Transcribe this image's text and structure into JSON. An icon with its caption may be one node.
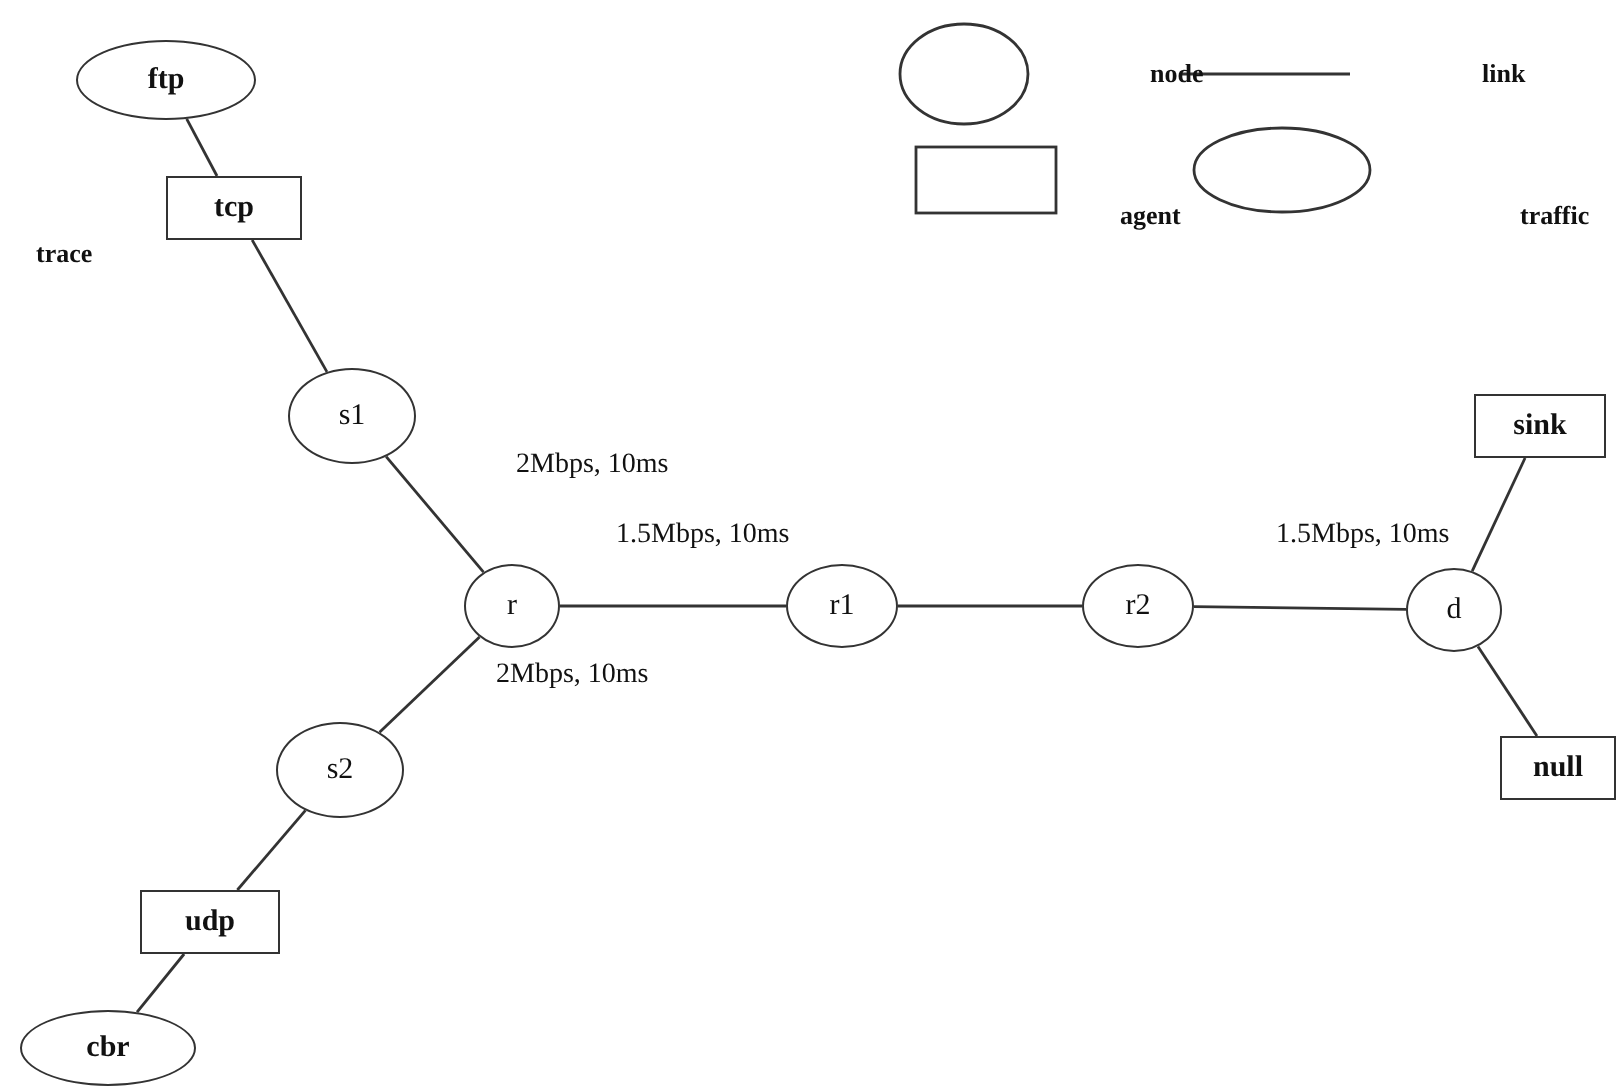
{
  "diagram": {
    "nodes": [
      {
        "text": [
          "ftp"
        ]
      },
      {
        "text": [
          "tcp"
        ]
      },
      {
        "text": [
          "s1"
        ]
      },
      {
        "text": [
          "r"
        ]
      },
      {
        "text": [
          "r1"
        ]
      },
      {
        "text": [
          "r2"
        ]
      },
      {
        "text": [
          "d"
        ]
      },
      {
        "text": [
          "sink"
        ]
      },
      {
        "text": [
          "null"
        ]
      },
      {
        "text": [
          "s2"
        ]
      },
      {
        "text": [
          "udp"
        ]
      },
      {
        "text": [
          "cbr"
        ]
      }
    ],
    "edges": [
      {
        "from": 0,
        "to": 1,
        "arrow": "none"
      },
      {
        "from": 1,
        "to": 2,
        "arrow": "none"
      },
      {
        "from": 2,
        "to": 3,
        "arrow": "none",
        "label": "2Mbps, 10ms"
      },
      {
        "from": 3,
        "to": 9,
        "arrow": "none",
        "label": "2Mbps, 10ms"
      },
      {
        "from": 9,
        "to": 10,
        "arrow": "none"
      },
      {
        "from": 10,
        "to": 11,
        "arrow": "none"
      },
      {
        "from": 3,
        "to": 4,
        "arrow": "none",
        "label": "1.5Mbps, 10ms"
      },
      {
        "from": 4,
        "to": 5,
        "arrow": "none"
      },
      {
        "from": 5,
        "to": 6,
        "arrow": "none",
        "label": "1.5Mbps, 10ms"
      },
      {
        "from": 6,
        "to": 7,
        "arrow": "none"
      },
      {
        "from": 6,
        "to": 8,
        "arrow": "none"
      }
    ],
    "labels": [
      "trace"
    ],
    "legend": [
      {
        "text": "node"
      },
      {
        "text": "link"
      },
      {
        "text": "agent"
      },
      {
        "text": "traffic"
      }
    ]
  }
}
